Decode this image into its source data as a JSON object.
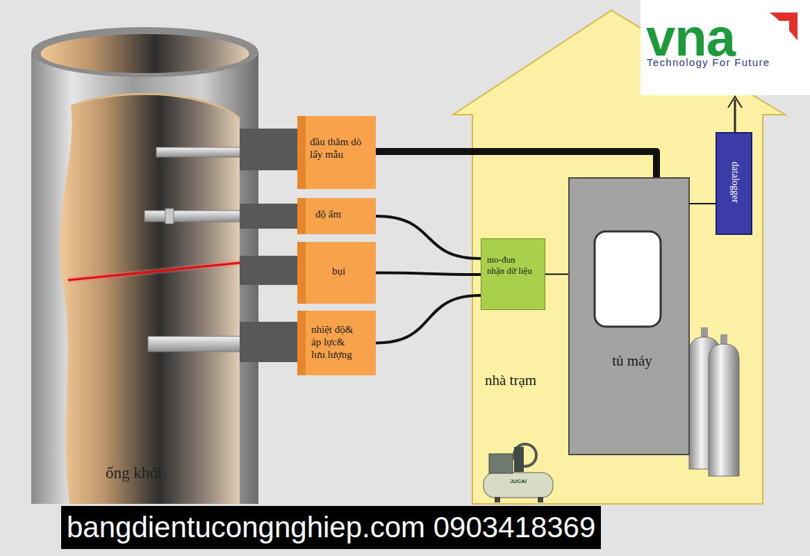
{
  "diagram": {
    "nodes": [
      {
        "text": [
          "ống khói"
        ]
      },
      {
        "text": [
          "đầu thăm dò lấy mẫu"
        ]
      },
      {
        "text": [
          "độ ẩm"
        ]
      },
      {
        "text": [
          "bụi"
        ]
      },
      {
        "text": [
          "nhiệt độ& áp lực& lưu lượng"
        ]
      },
      {
        "text": [
          "nhà trạm"
        ]
      },
      {
        "text": [
          "mo-đun nhận dữ liệu"
        ],
        "in": 5
      },
      {
        "text": [
          "tủ máy"
        ],
        "in": 5
      },
      {
        "text": [
          "datalogger"
        ],
        "in": 5
      }
    ],
    "edges": [
      {
        "from": 1,
        "to": 7,
        "arrow": "none"
      },
      {
        "from": 2,
        "to": 6,
        "arrow": "none"
      },
      {
        "from": 3,
        "to": 6,
        "arrow": "none"
      },
      {
        "from": 4,
        "to": 6,
        "arrow": "none"
      },
      {
        "from": 6,
        "to": 7,
        "arrow": "none"
      },
      {
        "from": 7,
        "to": 8,
        "arrow": "none"
      }
    ],
    "labels": [
      "vna",
      "Technology For Future",
      "JUCAI",
      "bangdientucongnghiep.com 0903418369"
    ]
  }
}
